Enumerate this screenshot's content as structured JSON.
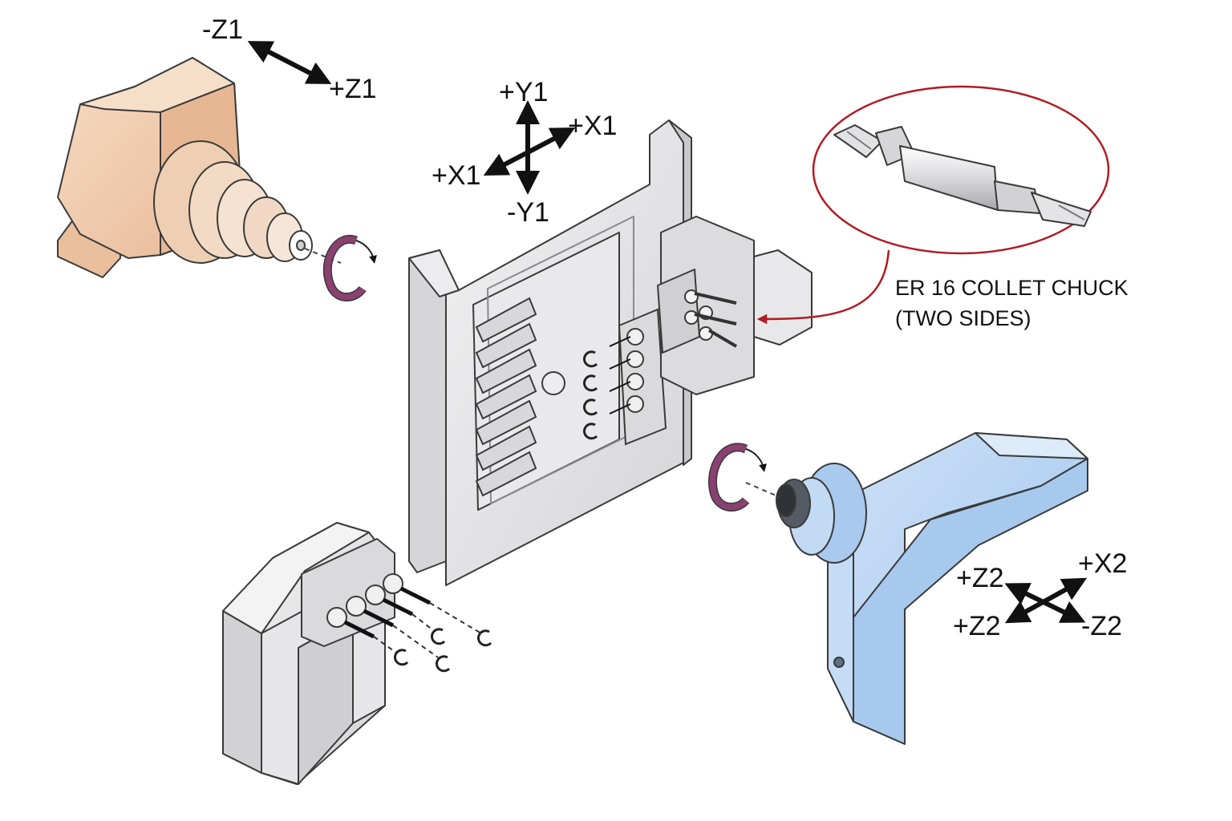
{
  "axes": {
    "z1_minus": "-Z1",
    "z1_plus": "+Z1",
    "y1_plus": "+Y1",
    "y1_minus": "-Y1",
    "x1_plus_right": "+X1",
    "x1_plus_left": "+X1",
    "z2_plus_top": "+Z2",
    "z2_plus_bottom": "+Z2",
    "x2_plus": "+X2",
    "z2_minus": "-Z2"
  },
  "callout": {
    "line1": "ER 16 COLLET CHUCK",
    "line2": "(TWO SIDES)"
  },
  "colors": {
    "main_spindle": "#f3d3b6",
    "sub_spindle": "#b9d5f3",
    "machine_gray": "#e4e4e6",
    "snap_ring": "#8a4070",
    "callout_red": "#b01c24",
    "outline": "#3a3a3a"
  }
}
